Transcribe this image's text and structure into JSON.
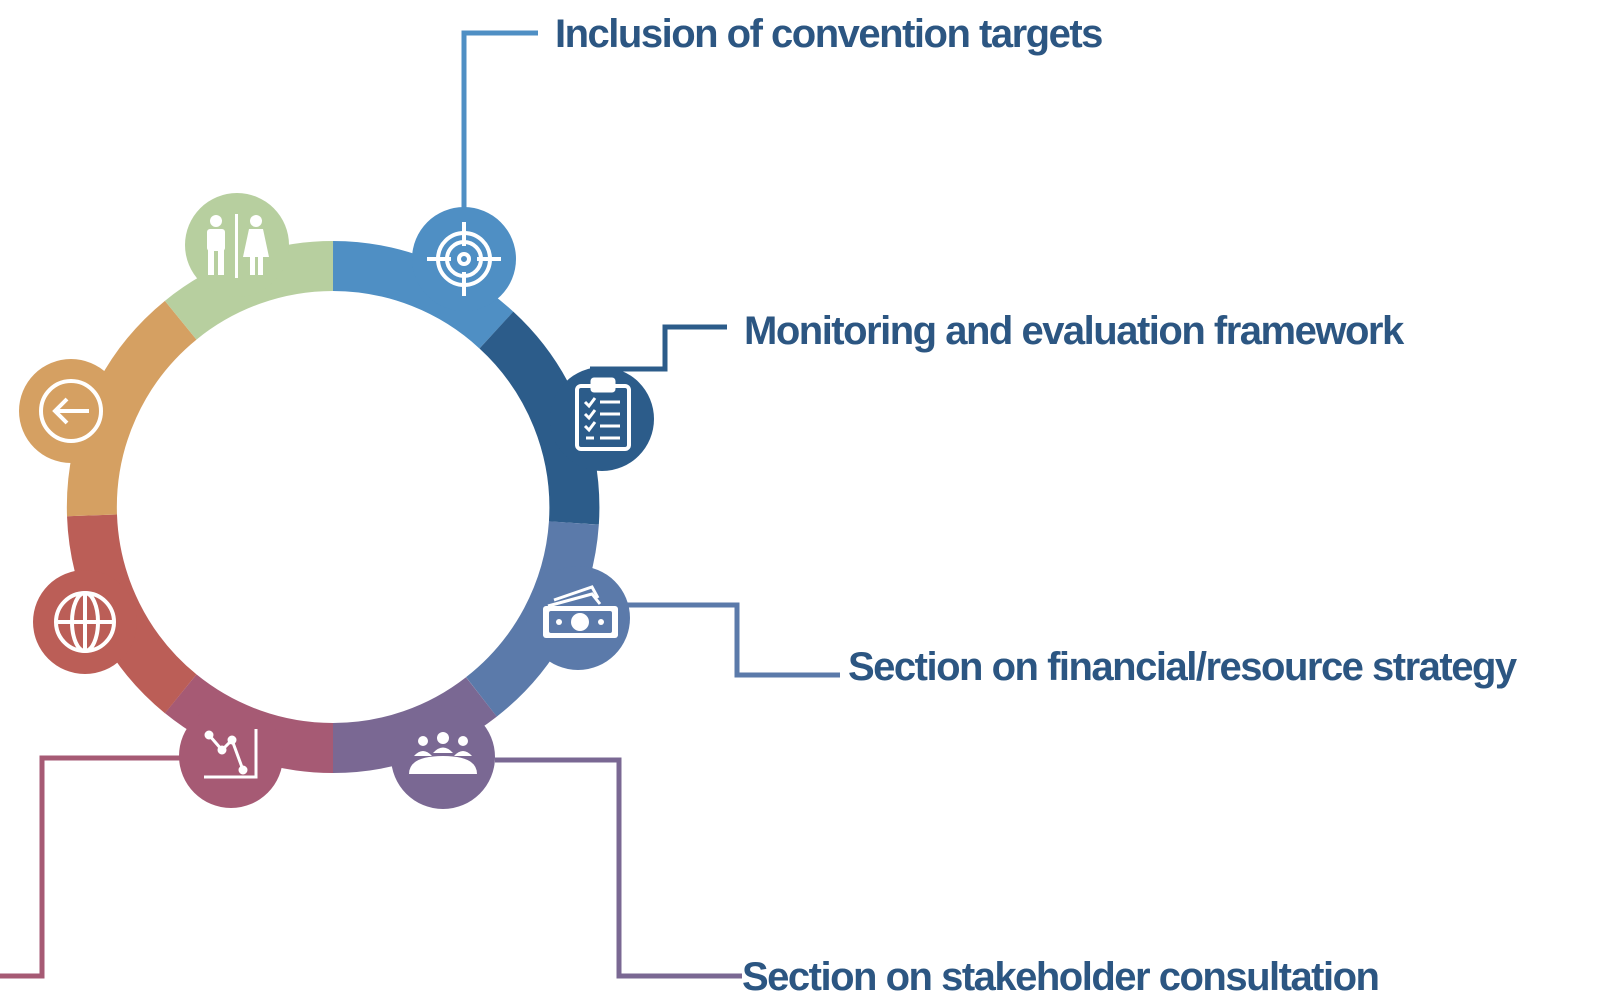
{
  "labels": {
    "targets": "Inclusion of convention targets",
    "monitoring": "Monitoring and evaluation framework",
    "financial": "Section on financial/resource strategy",
    "stakeholder": "Section on stakeholder consultation"
  },
  "nodes": [
    {
      "id": "gender",
      "icon": "people-icon",
      "color": "#b7cf9f"
    },
    {
      "id": "targets",
      "icon": "target-icon",
      "color": "#4f8fc4"
    },
    {
      "id": "monitoring",
      "icon": "clipboard-checklist-icon",
      "color": "#2c5c8a"
    },
    {
      "id": "financial",
      "icon": "money-icon",
      "color": "#5b7aaa"
    },
    {
      "id": "stakeholder",
      "icon": "group-meeting-icon",
      "color": "#7a6893"
    },
    {
      "id": "chart",
      "icon": "line-chart-icon",
      "color": "#a65a74"
    },
    {
      "id": "global",
      "icon": "globe-icon",
      "color": "#bb5e57"
    },
    {
      "id": "back",
      "icon": "arrow-left-icon",
      "color": "#d5a062"
    }
  ],
  "colors": {
    "label_text": "#2c5682",
    "connector_targets": "#4f8fc4",
    "connector_monitoring": "#2c5c8a",
    "connector_financial": "#5b7aaa",
    "connector_stakeholder": "#7a6893",
    "connector_chart": "#a65a74"
  }
}
